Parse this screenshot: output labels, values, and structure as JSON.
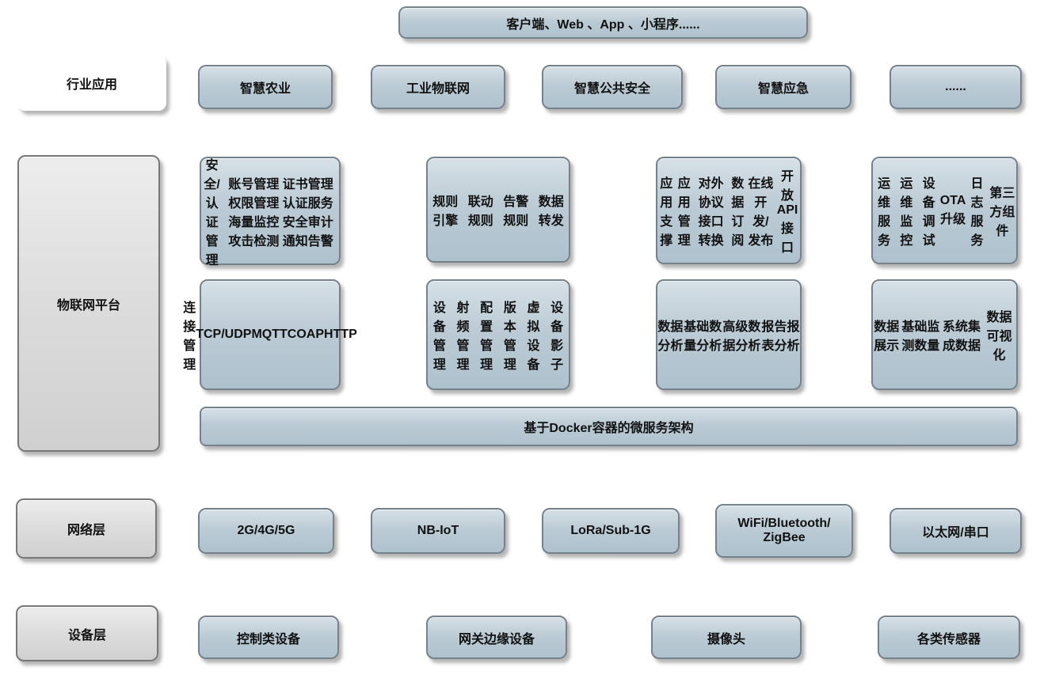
{
  "top_banner": {
    "label": "客户端、Web 、App 、小程序......"
  },
  "industry": {
    "label": "行业应用",
    "items": [
      "智慧农业",
      "工业物联网",
      "智慧公共安全",
      "智慧应急",
      "......"
    ]
  },
  "platform": {
    "label": "物联网平台",
    "modules": [
      {
        "title": "安全/认证管理",
        "pairs": [
          [
            "账号管理",
            "证书管理"
          ],
          [
            "权限管理",
            "认证服务"
          ],
          [
            "海量监控",
            "安全审计"
          ],
          [
            "攻击检测",
            "通知告警"
          ]
        ]
      },
      {
        "title": "规则引擎",
        "items": [
          "联动规则",
          "告警规则",
          "数据转发"
        ]
      },
      {
        "title": "应用支撑",
        "items": [
          "应用管理",
          "对外协议接口转换",
          "数据订阅",
          "在线开发/发布",
          "开放API接口"
        ]
      },
      {
        "title": "运维服务",
        "items": [
          "运维监控",
          "设备调试",
          "OTA升级",
          "日志服务",
          "第三方组件"
        ]
      },
      {
        "title": "连接管理",
        "items": [
          "TCP/UDP",
          "MQTT",
          "COAP",
          "HTTP"
        ]
      },
      {
        "title": "设备管理",
        "items": [
          "射频管理",
          "配置管理",
          "版本管理",
          "虚拟设备",
          "设备影子"
        ]
      },
      {
        "title": "数据分析",
        "items": [
          "基础数量分析",
          "高级数据分析",
          "报告报表分析"
        ]
      },
      {
        "title": "数据展示",
        "items": [
          "基础监测数量",
          "系统集成数据",
          "数据可视化"
        ]
      }
    ],
    "docker_bar": "基于Docker容器的微服务架构"
  },
  "network": {
    "label": "网络层",
    "items": [
      "2G/4G/5G",
      "NB-IoT",
      "LoRa/Sub-1G",
      "WiFi/Bluetooth/\nZigBee",
      "以太网/串口"
    ]
  },
  "device": {
    "label": "设备层",
    "items": [
      "控制类设备",
      "网关边缘设备",
      "摄像头",
      "各类传感器"
    ]
  },
  "colors": {
    "blue_box_top": "#d6e1e7",
    "blue_box_bottom": "#aec2cd",
    "tan_box_top": "#e8d4c7",
    "tan_box_bottom": "#cda593",
    "gray_box_top": "#ededed",
    "gray_box_bottom": "#d0d0d0",
    "box_border": "#75828b",
    "dashed_border": "#3c3c3c",
    "text": "#111111"
  }
}
